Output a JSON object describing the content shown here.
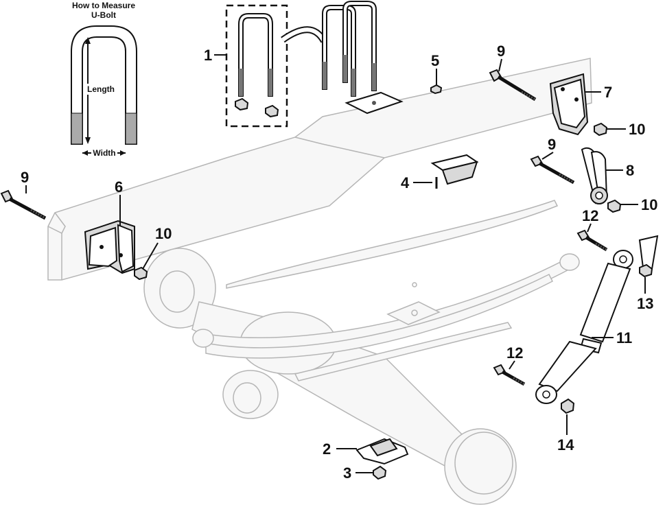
{
  "measure_title_line1": "How to Measure",
  "measure_title_line2": "U-Bolt",
  "measure_length": "Length",
  "measure_width": "Width",
  "callouts": {
    "c1": "1",
    "c2": "2",
    "c3": "3",
    "c4": "4",
    "c5": "5",
    "c6": "6",
    "c7": "7",
    "c8": "8",
    "c9a": "9",
    "c9b": "9",
    "c9c": "9",
    "c10a": "10",
    "c10b": "10",
    "c10c": "10",
    "c11": "11",
    "c12a": "12",
    "c12b": "12",
    "c13": "13",
    "c14": "14"
  }
}
